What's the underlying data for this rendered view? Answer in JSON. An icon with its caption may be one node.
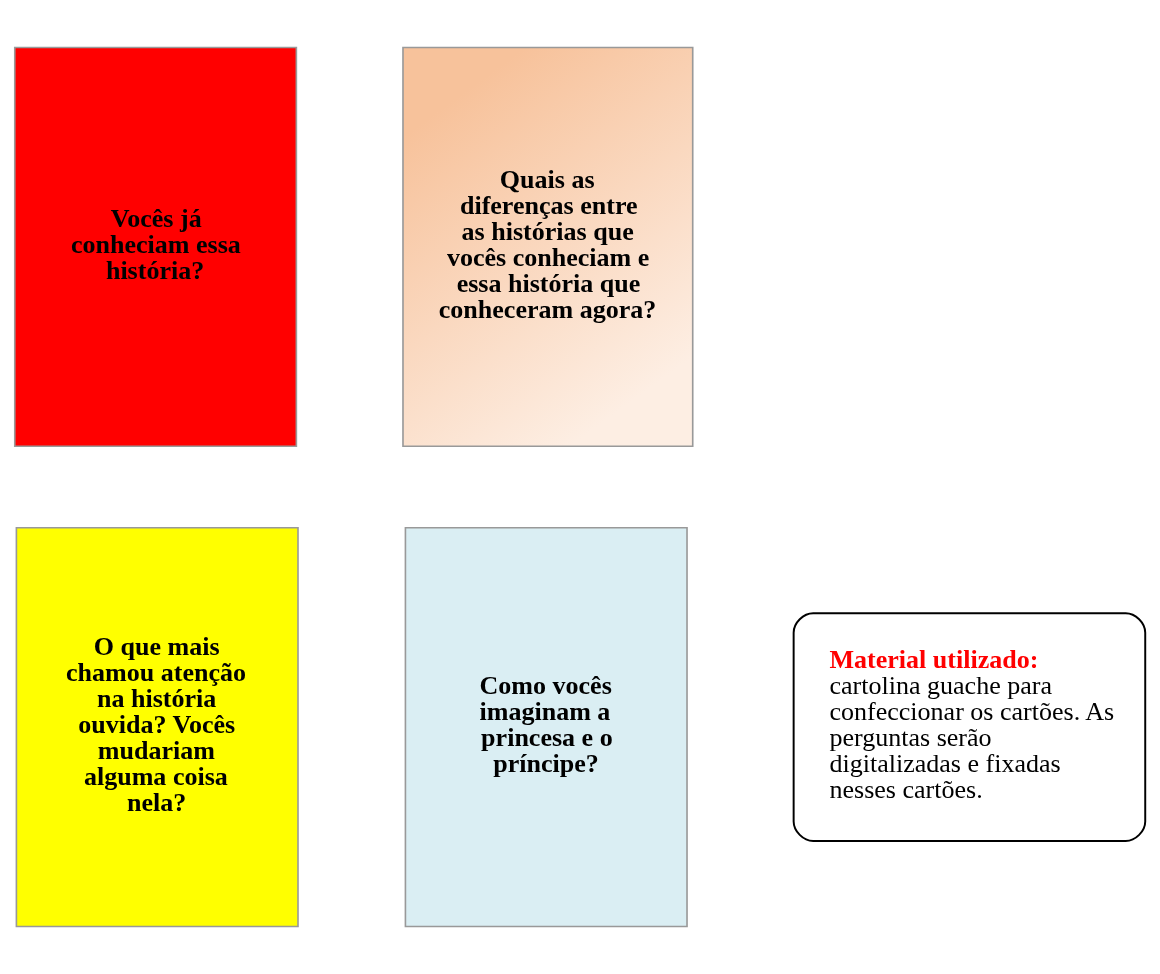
{
  "diagram": {
    "nodes": [
      {
        "text": [
          "Vocês já conheciam essa história?"
        ]
      },
      {
        "text": [
          "Quais as diferenças entre as histórias que vocês conheciam e essa história que conheceram agora?"
        ]
      },
      {
        "text": [
          "O que mais chamou atenção na história ouvida? Vocês mudariam alguma coisa nela?"
        ]
      },
      {
        "text": [
          "Como vocês imaginam a princesa e o príncipe?"
        ]
      },
      {
        "text": [
          "Material utilizado:",
          "cartolina guache para confeccionar os cartões. As perguntas serão digitalizadas e fixadas nesses cartões."
        ]
      }
    ]
  }
}
